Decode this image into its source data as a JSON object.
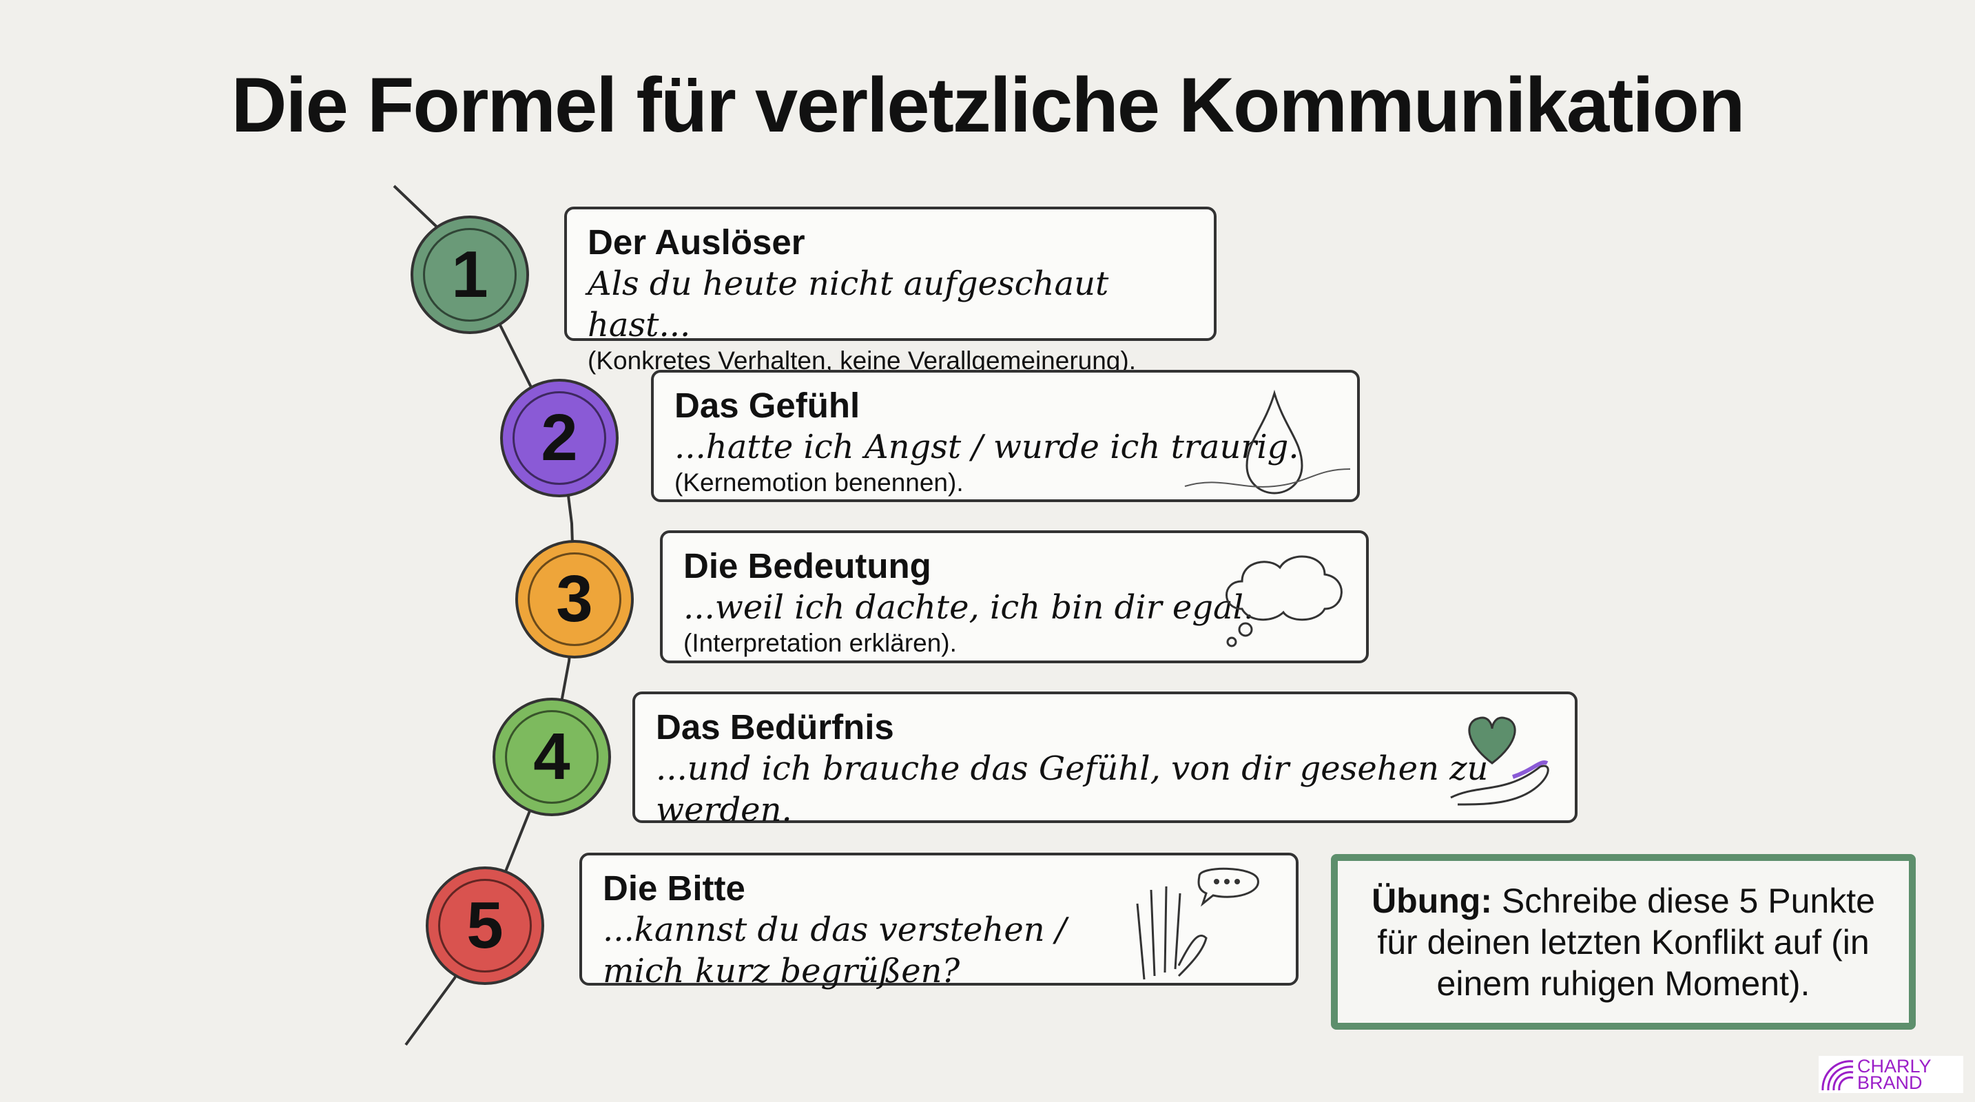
{
  "title": "Die Formel für verletzliche Kommunikation",
  "steps": [
    {
      "number": "1",
      "heading": "Der Auslöser",
      "example": "Als du heute nicht aufgeschaut hast...",
      "note": "(Konkretes Verhalten, keine Verallgemeinerung).",
      "color": "#6a9a78",
      "icon": "none"
    },
    {
      "number": "2",
      "heading": "Das Gefühl",
      "example": "...hatte ich Angst / wurde ich traurig.",
      "note": "(Kernemotion benennen).",
      "color": "#8a5ad6",
      "icon": "teardrop-icon"
    },
    {
      "number": "3",
      "heading": "Die Bedeutung",
      "example": "...weil ich dachte, ich bin dir egal.",
      "note": "(Interpretation erklären).",
      "color": "#eea53a",
      "icon": "thought-cloud-icon"
    },
    {
      "number": "4",
      "heading": "Das Bedürfnis",
      "example": "...und ich brauche das Gefühl, von dir gesehen zu werden.",
      "color": "#7dba5e",
      "icon": "heart-in-hand-icon"
    },
    {
      "number": "5",
      "heading": "Die Bitte",
      "example": "...kannst du das verstehen /",
      "example2": "mich kurz begrüßen?",
      "color": "#d9534f",
      "icon": "raised-hand-speech-icon"
    }
  ],
  "exercise": {
    "label": "Übung:",
    "text": " Schreibe diese 5 Punkte für deinen letzten Konflikt auf (in einem ruhigen Moment).",
    "border_color": "#5d8f6c"
  },
  "logo": {
    "line1": "CHARLY",
    "line2": "BRAND",
    "color": "#9b1fc8"
  }
}
